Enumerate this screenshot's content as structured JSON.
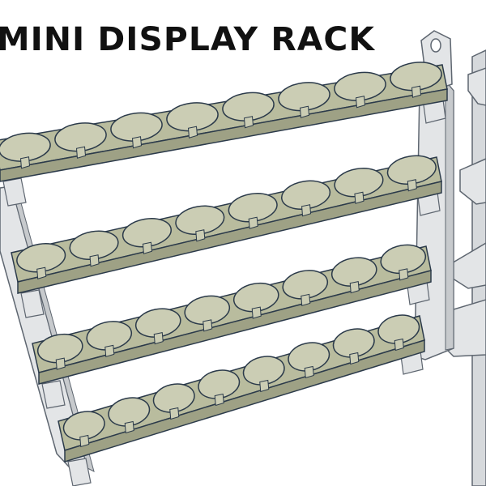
{
  "title": "MINI DISPLAY RACK",
  "colors": {
    "background": "#ffffff",
    "title": "#111111",
    "shelf_top": "#b9bc9e",
    "shelf_front": "#9ea185",
    "shelf_outline": "#2b3a4a",
    "slot_fill": "#cbcdb4",
    "frame_face": "#e3e5e7",
    "frame_side": "#c7cacd",
    "frame_outline": "#5e6670"
  },
  "rack": {
    "shelves": [
      {
        "slots": 8
      },
      {
        "slots": 8
      },
      {
        "slots": 8
      },
      {
        "slots": 8
      }
    ],
    "side_pegs": 4
  }
}
